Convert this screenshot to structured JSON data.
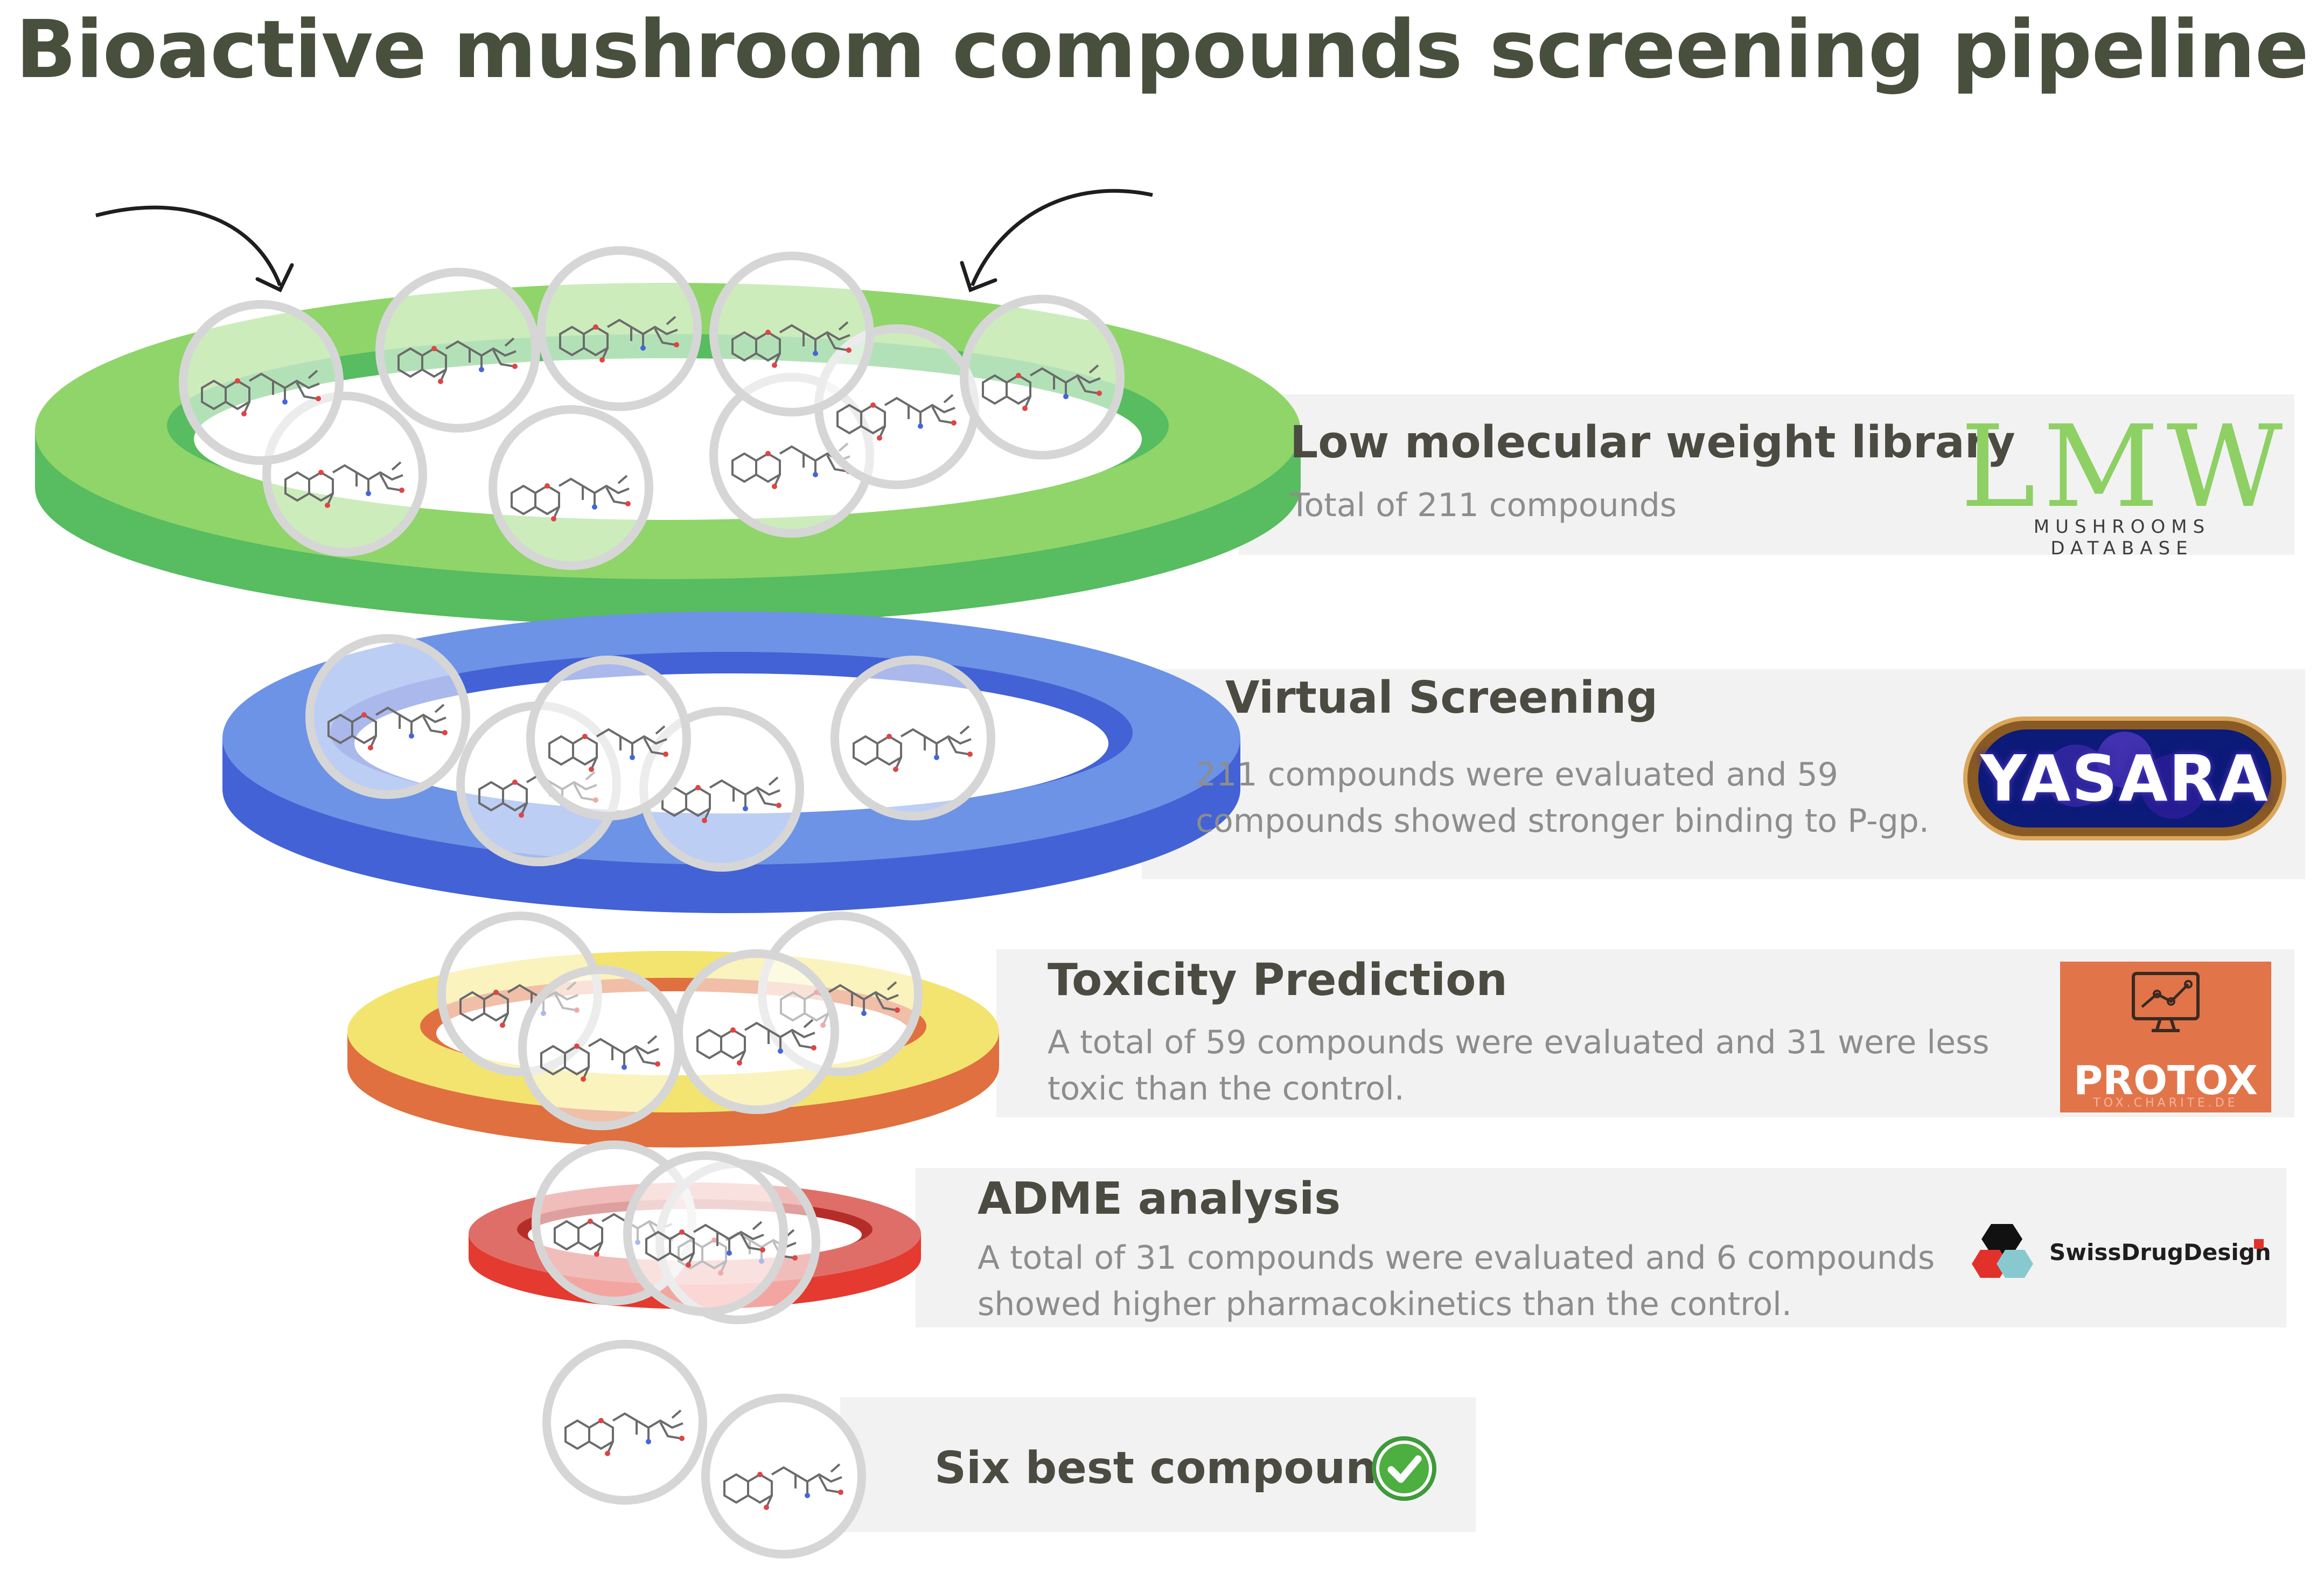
{
  "title": "Bioactive mushroom compounds screening pipeline",
  "colors": {
    "stage1": "#7fd062",
    "stage2": "#4f7de0",
    "stage3_top": "#f2e26e",
    "stage3_side": "#e2703e",
    "stage4": "#e8443a",
    "panel": "#f2f2f2",
    "title_text": "#484f3c",
    "check": "#4caf3f"
  },
  "stages": [
    {
      "title": "Low molecular weight library",
      "description": "Total of 211 compounds",
      "logo": {
        "name": "lmw-logo",
        "main": "LMW",
        "sub": "MUSHROOMS DATABASE"
      }
    },
    {
      "title": "Virtual Screening",
      "description_lines": [
        "211 compounds were evaluated and 59",
        "compounds showed stronger binding to P-gp."
      ],
      "logo": {
        "name": "yasara-logo",
        "main": "YASARA"
      }
    },
    {
      "title": "Toxicity Prediction",
      "description_lines": [
        "A total of 59 compounds were evaluated and 31 were less",
        "toxic than the control."
      ],
      "logo": {
        "name": "protox-logo",
        "main": "PROTOX",
        "sub": "TOX.CHARITE.DE"
      }
    },
    {
      "title": "ADME analysis",
      "description_lines": [
        "A total of 31 compounds were evaluated and 6 compounds",
        "showed higher pharmacokinetics than the control."
      ],
      "logo": {
        "name": "swissdrugdesign-logo",
        "main": "SwissDrugDesign"
      }
    }
  ],
  "result": {
    "title": "Six best compounds",
    "icon": "check-circle-icon"
  }
}
